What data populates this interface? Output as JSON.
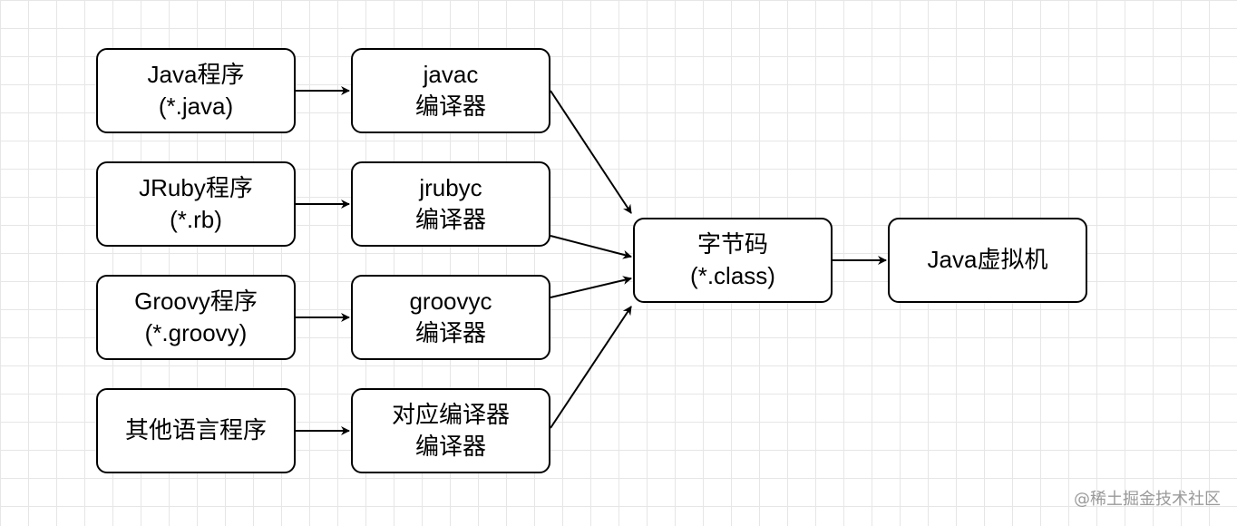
{
  "diagram": {
    "sources": [
      {
        "line1": "Java程序",
        "line2": "(*.java)"
      },
      {
        "line1": "JRuby程序",
        "line2": "(*.rb)"
      },
      {
        "line1": "Groovy程序",
        "line2": "(*.groovy)"
      },
      {
        "line1": "其他语言程序",
        "line2": ""
      }
    ],
    "compilers": [
      {
        "line1": "javac",
        "line2": "编译器"
      },
      {
        "line1": "jrubyc",
        "line2": "编译器"
      },
      {
        "line1": "groovyc",
        "line2": "编译器"
      },
      {
        "line1": "对应编译器",
        "line2": "编译器"
      }
    ],
    "bytecode": {
      "line1": "字节码",
      "line2": "(*.class)"
    },
    "jvm": {
      "line1": "Java虚拟机"
    }
  },
  "watermark": "@稀土掘金技术社区",
  "colors": {
    "stroke": "#000000",
    "node_fill": "#ffffff",
    "grid": "#e6e6e6",
    "watermark": "#9a9a9a"
  }
}
